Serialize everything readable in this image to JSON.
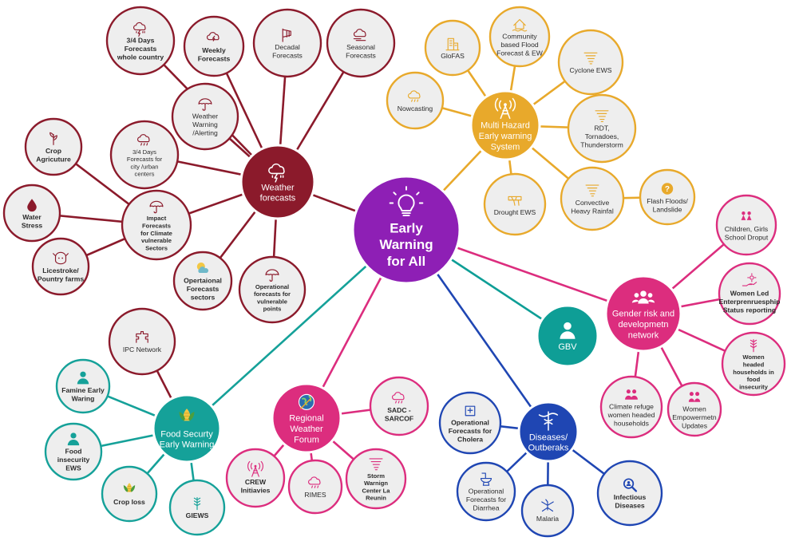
{
  "colors": {
    "center": "#8e1fb5",
    "weather": "#8b1a2b",
    "multihazard": "#e8a92b",
    "gender": "#dc2d7e",
    "gbv": "#0e9e96",
    "diseases": "#1f46b3",
    "regional": "#dc2d7e",
    "food": "#15a199",
    "node_fill": "#eeeeee"
  },
  "nodes": [
    {
      "id": "center",
      "lines": [
        "Early",
        "Warning",
        "for All"
      ],
      "icon": "lightbulb-icon",
      "style": "filled",
      "group": "center"
    },
    {
      "id": "weather",
      "lines": [
        "Weather",
        "forecasts"
      ],
      "icon": "storm-cloud-icon",
      "style": "filled",
      "group": "weather"
    },
    {
      "id": "w-34-country",
      "lines": [
        "3/4 Days",
        "Forecasts",
        "whole country"
      ],
      "icon": "storm-cloud-icon",
      "style": "outline",
      "group": "weather",
      "bold": true
    },
    {
      "id": "w-weekly",
      "lines": [
        "Weekly",
        "Forecasts"
      ],
      "icon": "cloud-bolt-icon",
      "style": "outline",
      "group": "weather",
      "bold": true
    },
    {
      "id": "w-decadal",
      "lines": [
        "Decadal",
        "Forecasts"
      ],
      "icon": "windsock-icon",
      "style": "outline",
      "group": "weather"
    },
    {
      "id": "w-seasonal",
      "lines": [
        "Seasonal",
        "Forecasts"
      ],
      "icon": "cloud-wind-icon",
      "style": "outline",
      "group": "weather"
    },
    {
      "id": "w-warning",
      "lines": [
        "Weather",
        "Warning",
        "/Alerting"
      ],
      "icon": "umbrella-icon",
      "style": "outline",
      "group": "weather"
    },
    {
      "id": "w-34-city",
      "lines": [
        "3/4 Days",
        "Forecasts for",
        "city /urban",
        "centers"
      ],
      "icon": "cloud-rain-icon",
      "style": "outline",
      "group": "weather"
    },
    {
      "id": "w-impact",
      "lines": [
        "Impact",
        "Forecasts",
        "for Climate",
        "vulnerable",
        "Sectors"
      ],
      "icon": "umbrella-icon",
      "style": "outline",
      "group": "weather",
      "bold": true
    },
    {
      "id": "w-crop",
      "lines": [
        "Crop",
        "Agricuture"
      ],
      "icon": "crop-icon",
      "style": "outline",
      "group": "weather",
      "bold": true
    },
    {
      "id": "w-water",
      "lines": [
        "Water",
        "Stress"
      ],
      "icon": "water-drop-icon",
      "style": "outline",
      "group": "weather",
      "bold": true
    },
    {
      "id": "w-livestock",
      "lines": [
        "Licestroke/",
        "Pountry farms"
      ],
      "icon": "livestock-icon",
      "style": "outline",
      "group": "weather",
      "bold": true
    },
    {
      "id": "w-op-sectors",
      "lines": [
        "Opertaional",
        "Forecasts",
        "sectors"
      ],
      "icon": "sun-cloud-icon",
      "style": "outline",
      "group": "weather",
      "bold": true
    },
    {
      "id": "w-op-points",
      "lines": [
        "Operational",
        "forecasts for",
        "vulnerable",
        "points"
      ],
      "icon": "umbrella-icon",
      "style": "outline",
      "group": "weather",
      "bold": true
    },
    {
      "id": "mh",
      "lines": [
        "Multi Hazard",
        "Early warning",
        "System"
      ],
      "icon": "antenna-icon",
      "style": "filled",
      "group": "multihazard"
    },
    {
      "id": "mh-glofas",
      "lines": [
        "GloFAS"
      ],
      "icon": "building-icon",
      "style": "outline",
      "group": "multihazard"
    },
    {
      "id": "mh-community",
      "lines": [
        "Community",
        "based Flood",
        "Forecast & EW"
      ],
      "icon": "house-flood-icon",
      "style": "outline",
      "group": "multihazard"
    },
    {
      "id": "mh-cyclone",
      "lines": [
        "Cyclone EWS"
      ],
      "icon": "tornado-icon",
      "style": "outline",
      "group": "multihazard"
    },
    {
      "id": "mh-nowcasting",
      "lines": [
        "Nowcasting"
      ],
      "icon": "cloud-rain-icon",
      "style": "outline",
      "group": "multihazard"
    },
    {
      "id": "mh-rdt",
      "lines": [
        "RDT,",
        "Tornadoes,",
        "Thunderstorm"
      ],
      "icon": "tornado-icon",
      "style": "outline",
      "group": "multihazard"
    },
    {
      "id": "mh-drought",
      "lines": [
        "Drought EWS"
      ],
      "icon": "drought-icon",
      "style": "outline",
      "group": "multihazard"
    },
    {
      "id": "mh-convective",
      "lines": [
        "Convective",
        "Heavy Rainfal"
      ],
      "icon": "tornado-icon",
      "style": "outline",
      "group": "multihazard"
    },
    {
      "id": "mh-flash",
      "lines": [
        "Flash Floods/",
        "Landslide"
      ],
      "icon": "question-icon",
      "style": "outline",
      "group": "multihazard"
    },
    {
      "id": "gender",
      "lines": [
        "Gender risk and",
        "developmetn",
        "network"
      ],
      "icon": "group-icon",
      "style": "filled",
      "group": "gender"
    },
    {
      "id": "g-children",
      "lines": [
        "Children, Girls",
        "School Droput"
      ],
      "icon": "girls-icon",
      "style": "outline",
      "group": "gender"
    },
    {
      "id": "g-women-led",
      "lines": [
        "Women Led",
        "Enterprenruesphip",
        "Status reporting"
      ],
      "icon": "hand-flower-icon",
      "style": "outline",
      "group": "gender",
      "bold": true
    },
    {
      "id": "g-headed",
      "lines": [
        "Women",
        "headed",
        "households in",
        "food",
        "insecurity"
      ],
      "icon": "wheat-icon",
      "style": "outline",
      "group": "gender",
      "bold": true
    },
    {
      "id": "g-empower",
      "lines": [
        "Women",
        "Empowermetn",
        "Updates"
      ],
      "icon": "women-icon",
      "style": "outline",
      "group": "gender"
    },
    {
      "id": "g-refuge",
      "lines": [
        "Climate refuge",
        "women headed",
        "households"
      ],
      "icon": "people-icon",
      "style": "outline",
      "group": "gender"
    },
    {
      "id": "gbv",
      "lines": [
        "GBV"
      ],
      "icon": "person-icon",
      "style": "filled",
      "group": "gbv"
    },
    {
      "id": "diseases",
      "lines": [
        "Diseases/",
        "Outberaks"
      ],
      "icon": "caduceus-icon",
      "style": "filled",
      "group": "diseases"
    },
    {
      "id": "d-cholera",
      "lines": [
        "Operational",
        "Forecasts for",
        "Cholera"
      ],
      "icon": "hospital-icon",
      "style": "outline",
      "group": "diseases",
      "bold": true
    },
    {
      "id": "d-diarrhea",
      "lines": [
        "Operational",
        "Forecasts for",
        "Diarrhea"
      ],
      "icon": "toilet-icon",
      "style": "outline",
      "group": "diseases"
    },
    {
      "id": "d-malaria",
      "lines": [
        "Malaria"
      ],
      "icon": "mosquito-icon",
      "style": "outline",
      "group": "diseases"
    },
    {
      "id": "d-infectious",
      "lines": [
        "Infectious",
        "Diseases"
      ],
      "icon": "search-person-icon",
      "style": "outline",
      "group": "diseases",
      "bold": true
    },
    {
      "id": "regional",
      "lines": [
        "Regional",
        "Weather",
        "Forum"
      ],
      "icon": "globe-icon",
      "style": "filled",
      "group": "regional"
    },
    {
      "id": "r-sadc",
      "lines": [
        "SADC -",
        "SARCOF"
      ],
      "icon": "cloud-rain-icon",
      "style": "outline",
      "group": "regional",
      "bold": true
    },
    {
      "id": "r-crew",
      "lines": [
        "CREW",
        "Initiavies"
      ],
      "icon": "antenna-icon",
      "style": "outline",
      "group": "regional",
      "bold": true
    },
    {
      "id": "r-rimes",
      "lines": [
        "RIMES"
      ],
      "icon": "cloud-rain-icon",
      "style": "outline",
      "group": "regional"
    },
    {
      "id": "r-storm",
      "lines": [
        "Storm",
        "Warnign",
        "Center La",
        "Reunin"
      ],
      "icon": "tornado-icon",
      "style": "outline",
      "group": "regional",
      "bold": true
    },
    {
      "id": "food",
      "lines": [
        "Food Securty",
        "Early Warning"
      ],
      "icon": "corn-icon",
      "style": "filled",
      "group": "food"
    },
    {
      "id": "f-ipc",
      "lines": [
        "IPC Network"
      ],
      "icon": "network-icon",
      "style": "outline",
      "group": "weather"
    },
    {
      "id": "f-famine",
      "lines": [
        "Famine Early",
        "Waring"
      ],
      "icon": "person-icon",
      "style": "outline",
      "group": "food",
      "bold": true
    },
    {
      "id": "f-insecurity",
      "lines": [
        "Food",
        "insecurity",
        "EWS"
      ],
      "icon": "person-icon",
      "style": "outline",
      "group": "food",
      "bold": true
    },
    {
      "id": "f-croploss",
      "lines": [
        "Crop loss"
      ],
      "icon": "corn-icon",
      "style": "outline",
      "group": "food",
      "bold": true
    },
    {
      "id": "f-giews",
      "lines": [
        "GIEWS"
      ],
      "icon": "wheat-icon",
      "style": "outline",
      "group": "food",
      "bold": true
    }
  ],
  "edges": [
    [
      "center",
      "weather"
    ],
    [
      "center",
      "mh"
    ],
    [
      "center",
      "gender"
    ],
    [
      "center",
      "gbv"
    ],
    [
      "center",
      "diseases"
    ],
    [
      "center",
      "regional"
    ],
    [
      "center",
      "food"
    ],
    [
      "weather",
      "w-34-country"
    ],
    [
      "weather",
      "w-weekly"
    ],
    [
      "weather",
      "w-decadal"
    ],
    [
      "weather",
      "w-seasonal"
    ],
    [
      "weather",
      "w-warning"
    ],
    [
      "weather",
      "w-34-city"
    ],
    [
      "weather",
      "w-impact"
    ],
    [
      "weather",
      "w-op-sectors"
    ],
    [
      "weather",
      "w-op-points"
    ],
    [
      "w-impact",
      "w-crop"
    ],
    [
      "w-impact",
      "w-water"
    ],
    [
      "w-impact",
      "w-livestock"
    ],
    [
      "mh",
      "mh-glofas"
    ],
    [
      "mh",
      "mh-community"
    ],
    [
      "mh",
      "mh-cyclone"
    ],
    [
      "mh",
      "mh-nowcasting"
    ],
    [
      "mh",
      "mh-rdt"
    ],
    [
      "mh",
      "mh-drought"
    ],
    [
      "mh",
      "mh-convective"
    ],
    [
      "mh-convective",
      "mh-flash"
    ],
    [
      "gender",
      "g-children"
    ],
    [
      "gender",
      "g-women-led"
    ],
    [
      "gender",
      "g-headed"
    ],
    [
      "gender",
      "g-empower"
    ],
    [
      "gender",
      "g-refuge"
    ],
    [
      "diseases",
      "d-cholera"
    ],
    [
      "diseases",
      "d-diarrhea"
    ],
    [
      "diseases",
      "d-malaria"
    ],
    [
      "diseases",
      "d-infectious"
    ],
    [
      "regional",
      "r-sadc"
    ],
    [
      "regional",
      "r-crew"
    ],
    [
      "regional",
      "r-rimes"
    ],
    [
      "regional",
      "r-storm"
    ],
    [
      "food",
      "f-ipc"
    ],
    [
      "food",
      "f-famine"
    ],
    [
      "food",
      "f-insecurity"
    ],
    [
      "food",
      "f-croploss"
    ],
    [
      "food",
      "f-giews"
    ]
  ]
}
